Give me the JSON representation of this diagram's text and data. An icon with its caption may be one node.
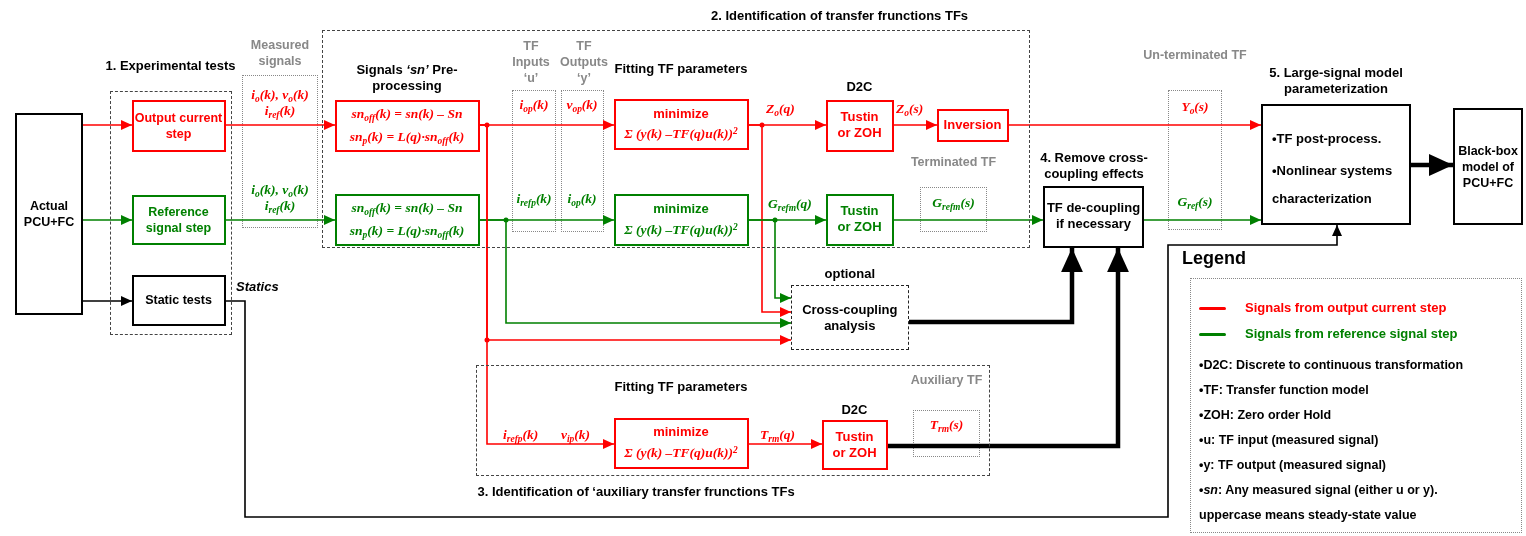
{
  "diagram": {
    "nodes": [
      {
        "text": [
          "1. Experimental tests"
        ]
      },
      {
        "text": [
          "Actual PCU+FC"
        ]
      },
      {
        "text": [
          "Output current step"
        ],
        "in": 0
      },
      {
        "text": [
          "Reference signal step"
        ],
        "in": 0
      },
      {
        "text": [
          "Static tests"
        ],
        "in": 0
      },
      {
        "text": [
          "2. Identification of transfer frunctions TFs"
        ]
      },
      {
        "text": [
          "Signals *‘sn’* Pre-processing",
          "sn$_{off}$(k) = sn(k) – Sn",
          "sn$_{p}$(k) = L(q)·sn$_{off}$(k)"
        ],
        "in": 5
      },
      {
        "text": [
          "sn$_{off}$(k) = sn(k) – Sn",
          "sn$_{p}$(k) = L(q)·sn$_{off}$(k)"
        ],
        "in": 5
      },
      {
        "text": [
          "Fitting TF parameters",
          "minimize",
          "Σ (y(k) –TF(q)u(k))$^{2}$"
        ],
        "in": 5
      },
      {
        "text": [
          "minimize",
          "Σ (y(k) –TF(q)u(k))$^{2}$"
        ],
        "in": 5
      },
      {
        "text": [
          "D2C",
          "Tustin or ZOH"
        ],
        "in": 5
      },
      {
        "text": [
          "Tustin or ZOH"
        ],
        "in": 5
      },
      {
        "text": [
          "Inversion"
        ],
        "in": 5
      },
      {
        "text": [
          "optional",
          "Cross-coupling analysis"
        ]
      },
      {
        "text": [
          "4. Remove cross-coupling effects",
          "TF de-coupling if necessary"
        ]
      },
      {
        "text": [
          "5. Large-signal model parameterization",
          "•TF post-process.",
          "•Nonlinear systems characterization"
        ]
      },
      {
        "text": [
          "Black-box model of PCU+FC"
        ]
      },
      {
        "text": [
          "3. Identification of ‘auxiliary transfer frunctions TFs"
        ]
      },
      {
        "text": [
          "Fitting TF parameters",
          "minimize",
          "Σ (y(k) –TF(q)u(k))$^{2}$"
        ],
        "in": 17
      },
      {
        "text": [
          "D2C",
          "Tustin or ZOH"
        ],
        "in": 17
      }
    ],
    "edges": [
      {
        "from": 1,
        "to": 2,
        "arrow": "to"
      },
      {
        "from": 1,
        "to": 3,
        "arrow": "to",
        "color": "#008000"
      },
      {
        "from": 1,
        "to": 4,
        "arrow": "to",
        "color": "#000000"
      },
      {
        "from": 2,
        "to": 6,
        "arrow": "to"
      },
      {
        "from": 3,
        "to": 7,
        "arrow": "to",
        "color": "#008000"
      },
      {
        "from": 6,
        "to": 8,
        "arrow": "to"
      },
      {
        "from": 7,
        "to": 9,
        "arrow": "to",
        "color": "#008000"
      },
      {
        "from": 8,
        "to": 10,
        "arrow": "to",
        "label": "Z$_{o}$(q)"
      },
      {
        "from": 10,
        "to": 12,
        "arrow": "to",
        "label": "Z$_{o}$(s)"
      },
      {
        "from": 12,
        "to": 15,
        "arrow": "to"
      },
      {
        "from": 9,
        "to": 11,
        "arrow": "to",
        "label": "G$_{refm}$(q)",
        "color": "#008000"
      },
      {
        "from": 11,
        "to": 14,
        "arrow": "to",
        "color": "#008000"
      },
      {
        "from": 14,
        "to": 15,
        "arrow": "to",
        "color": "#008000"
      },
      {
        "from": 6,
        "to": 13,
        "arrow": "to"
      },
      {
        "from": 7,
        "to": 13,
        "arrow": "to",
        "color": "#008000"
      },
      {
        "from": 8,
        "to": 13,
        "arrow": "to"
      },
      {
        "from": 9,
        "to": 13,
        "arrow": "to",
        "color": "#008000"
      },
      {
        "from": 6,
        "to": 18,
        "arrow": "to",
        "label": "i$_{refp}$(k)"
      },
      {
        "from": 18,
        "to": 19,
        "arrow": "to",
        "label": "T$_{rm}$(q)"
      },
      {
        "from": 19,
        "to": 14,
        "arrow": "to",
        "style": "thick",
        "color": "#000000"
      },
      {
        "from": 13,
        "to": 14,
        "arrow": "to",
        "style": "thick",
        "color": "#000000"
      },
      {
        "from": 15,
        "to": 16,
        "arrow": "to",
        "style": "thick",
        "color": "#000000"
      },
      {
        "from": 4,
        "to": 15,
        "arrow": "to",
        "label": "Statics",
        "color": "#000000"
      }
    ],
    "labels": [
      "Measured signals",
      "i$_{o}$(k), v$_{o}$(k) i$_{ref}$(k)",
      "i$_{o}$(k), v$_{o}$(k) i$_{ref}$(k)",
      "TF Inputs ‘u’",
      "TF Outputs ‘y’",
      "i$_{op}$(k)",
      "v$_{op}$(k)",
      "i$_{refp}$(k)",
      "i$_{op}$(k)",
      "Terminated TF",
      "G$_{refm}$(s)",
      "Un-terminated TF",
      "Y$_{o}$(s)",
      "G$_{ref}$(s)",
      "Auxiliary TF",
      "T$_{rm}$(s)",
      "v$_{ip}$(k)",
      "Legend",
      "•D2C: Discrete to continuous transformation",
      "•TF: Transfer function model",
      "•ZOH: Zero order Hold",
      "•u: TF input (measured signal)",
      "•y: TF output (measured signal)",
      "•*sn*: Any measured signal (either u or y).",
      "uppercase means steady-state value"
    ],
    "legend": [
      {
        "text": "Signals from output current step",
        "color": "#ff0000"
      },
      {
        "text": "Signals from reference signal step",
        "color": "#008000"
      }
    ]
  }
}
